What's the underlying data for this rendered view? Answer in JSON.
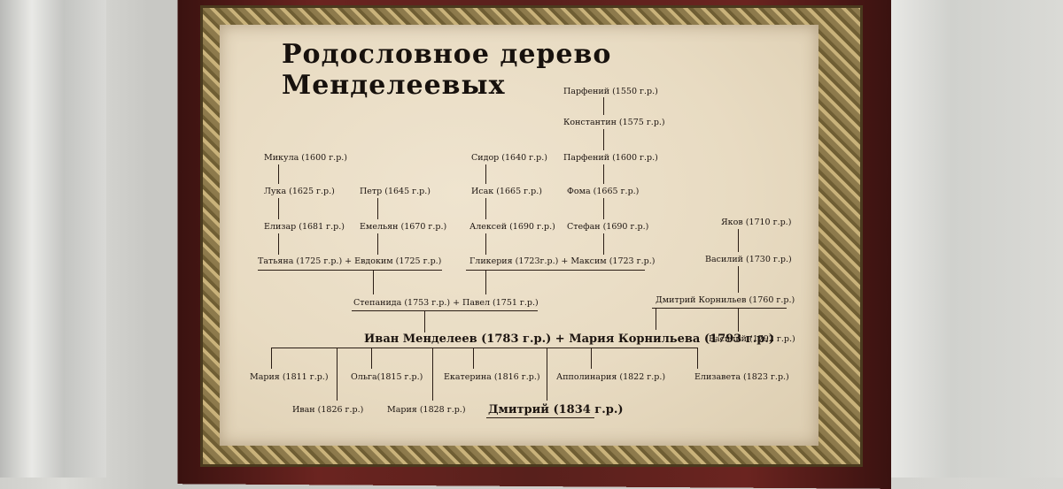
{
  "title": "Родословное дерево Менделеевых",
  "people": {
    "parfeniy1550": "Парфений (1550 г.р.)",
    "konstantin1575": "Константин (1575 г.р.)",
    "parfeniy1600": "Парфений (1600 г.р.)",
    "foma1665": "Фома (1665 г.р.)",
    "stefan1690": "Стефан (1690 г.р.)",
    "mikula1600": "Микула (1600 г.р.)",
    "luka1625": "Лука (1625 г.р.)",
    "elizar1681": "Елизар (1681 г.р.)",
    "petr1645": "Петр (1645 г.р.)",
    "emelyan1670": "Емельян (1670 г.р.)",
    "sidor1640": "Сидор (1640 г.р.)",
    "isak1665": "Исак (1665 г.р.)",
    "aleksey1690": "Алексей (1690 г.р.)",
    "yakov1710": "Яков (1710 г.р.)",
    "vasiliy1730": "Василий (1730 г.р.)",
    "tatyana_evdokim": "Татьяна (1725 г.р.) + Евдоким (1725 г.р.)",
    "glikeriya_maksim": "Гликерия (1723г.р.) + Максим (1723 г.р.)",
    "dmitriy1760": "Дмитрий Корнильев (1760 г.р.)",
    "stepanida_pavel": "Степанида (1753 г.р.) + Павел (1751 г.р.)",
    "ivan_mariya": "Иван Менделеев (1783 г.р.) + Мария Корнильева (1793 г.р.)",
    "vasiliy1792": "Василий (1792 г.р.)",
    "mariya1811": "Мария (1811 г.р.)",
    "olga1815": "Ольга(1815 г.р.)",
    "ekaterina1816": "Екатерина (1816 г.р.)",
    "appolinariya1822": "Апполинария (1822 г.р.)",
    "elizaveta1823": "Елизавета (1823 г.р.)",
    "ivan1826": "Иван (1826 г.р.)",
    "mariya1828": "Мария (1828 г.р.)",
    "dmitriy1834": "Дмитрий (1834 г.р.)"
  }
}
